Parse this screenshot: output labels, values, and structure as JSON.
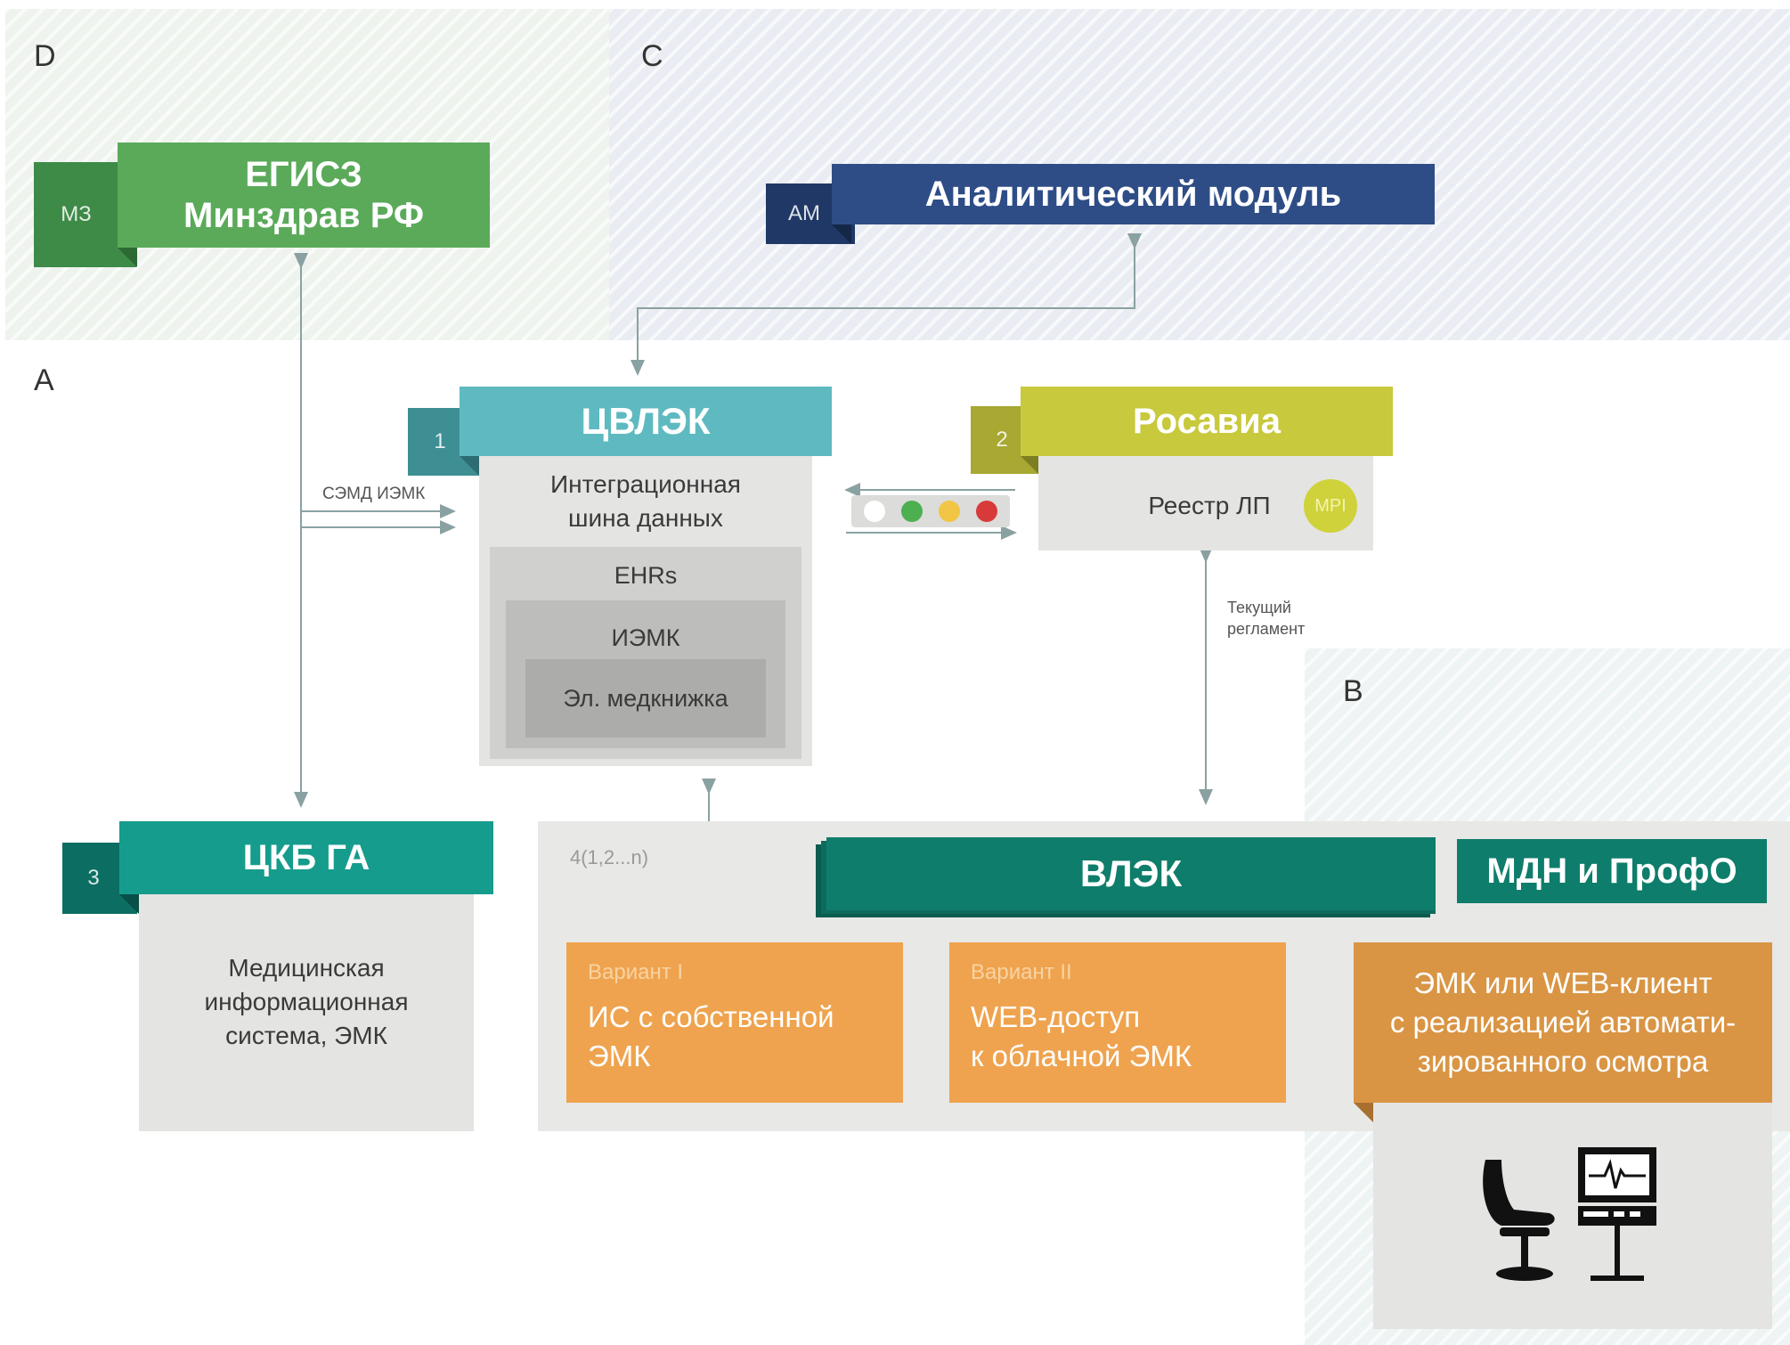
{
  "zones": {
    "d": "D",
    "c": "C",
    "a": "A",
    "b": "B"
  },
  "egisz": {
    "tab": "МЗ",
    "line1": "ЕГИСЗ",
    "line2": "Минздрав РФ"
  },
  "am": {
    "tab": "АМ",
    "title": "Аналитический модуль"
  },
  "cvlek": {
    "tab": "1",
    "title": "ЦВЛЭК",
    "bus_line1": "Интеграционная",
    "bus_line2": "шина данных",
    "ehrs": "EHRs",
    "iemk": "ИЭМК",
    "medbook": "Эл. медкнижка"
  },
  "rosavia": {
    "tab": "2",
    "title": "Росавиа",
    "registry": "Реестр ЛП",
    "mpi": "MPI"
  },
  "connectors": {
    "semd": "СЭМД ИЭМК",
    "regulation_line1": "Текущий",
    "regulation_line2": "регламент"
  },
  "ckb": {
    "tab": "3",
    "title": "ЦКБ ГА",
    "desc_line1": "Медицинская",
    "desc_line2": "информационная",
    "desc_line3": "система, ЭМК"
  },
  "vlek": {
    "counter": "4(1,2...n)",
    "title": "ВЛЭК",
    "mdn": "МДН и ПрофО",
    "variant1": {
      "label": "Вариант I",
      "line1": "ИС с собственной",
      "line2": "ЭМК"
    },
    "variant2": {
      "label": "Вариант II",
      "line1": "WEB-доступ",
      "line2": "к облачной ЭМК"
    },
    "emk": {
      "line1": "ЭМК или WEB-клиент",
      "line2": "с реализацией автомати-",
      "line3": "зированного осмотра"
    }
  },
  "status_dots": [
    "#ffffff",
    "#4caf50",
    "#f2c544",
    "#d83a3a"
  ],
  "icons": [
    "chair-icon",
    "monitor-ecg-icon"
  ],
  "colors": {
    "egisz": "#5aaa5a",
    "am": "#2e4d87",
    "cvlek": "#5ebac0",
    "rosavia": "#c8c93c",
    "ckb": "#169c8c",
    "vlek": "#0f7d6b",
    "variant": "#efa34e",
    "emk": "#d99544"
  }
}
